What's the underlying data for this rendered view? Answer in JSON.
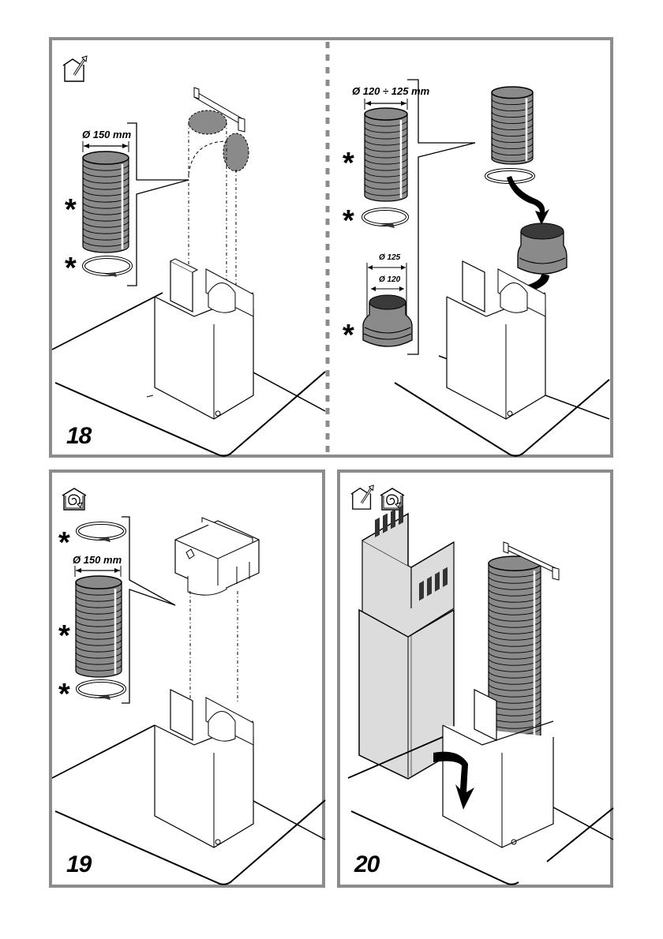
{
  "page": {
    "figures": [
      {
        "number": "18",
        "mode": "ducted",
        "left": {
          "icons": [
            "ducted-exhaust-house-icon"
          ],
          "duct_diameter": "Ø 150 mm",
          "optional_marks": [
            "*",
            "*"
          ]
        },
        "right": {
          "duct_diameter": "Ø 120 ÷ 125 mm",
          "adapter_outer": "Ø 125",
          "adapter_inner": "Ø 120",
          "optional_marks": [
            "*",
            "*",
            "*"
          ]
        }
      },
      {
        "number": "19",
        "mode": "recirculating",
        "icons": [
          "recirculation-house-icon"
        ],
        "duct_diameter": "Ø 150 mm",
        "optional_marks": [
          "*",
          "*",
          "*"
        ]
      },
      {
        "number": "20",
        "mode": "both",
        "icons": [
          "ducted-exhaust-house-icon",
          "recirculation-house-icon"
        ]
      }
    ],
    "colors": {
      "frame": "#8c8c8c",
      "duct": "#8a8a8a",
      "chimney": "#dcdcdc",
      "ink": "#000000"
    }
  }
}
